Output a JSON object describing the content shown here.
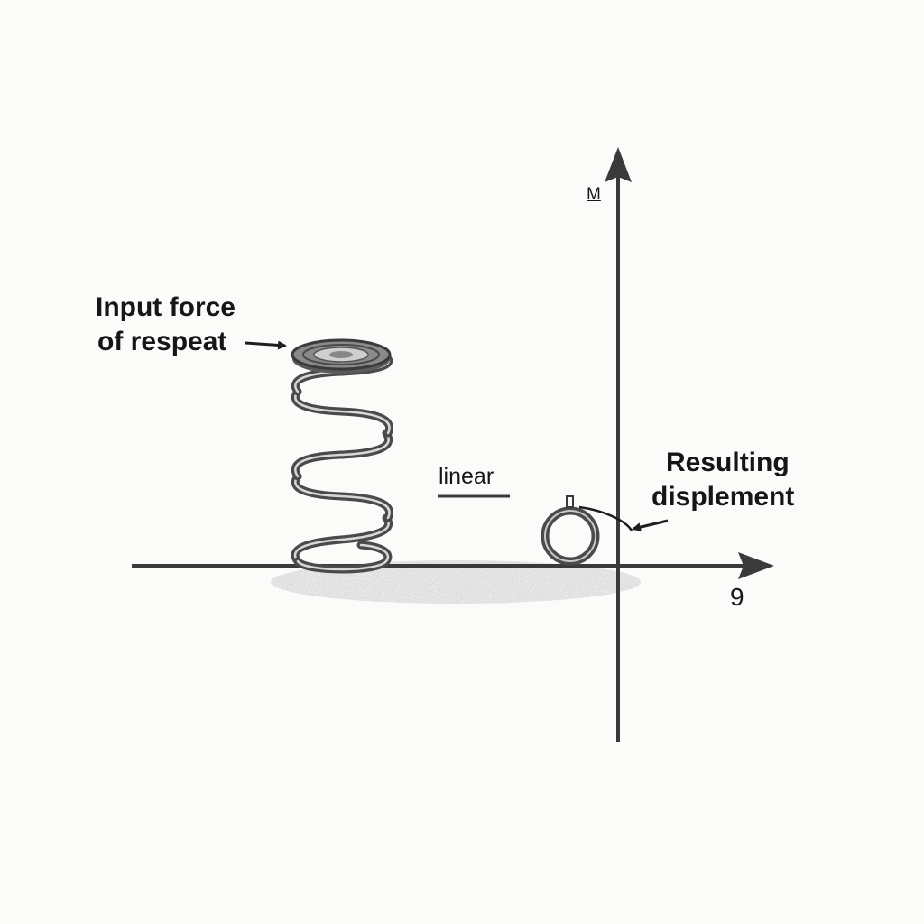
{
  "labels": {
    "input_force_line1": "Input force",
    "input_force_line2": "of respeat",
    "linear": "linear",
    "resulting_line1": "Resulting",
    "resulting_line2": "displement",
    "y_axis": "M",
    "x_axis": "9"
  },
  "colors": {
    "background": "#fbfbfa",
    "ink": "#3a3a3a",
    "spring_dark": "#4a4a4a",
    "spring_light": "#d6d6d6",
    "shadow": "#e4e4e2"
  }
}
